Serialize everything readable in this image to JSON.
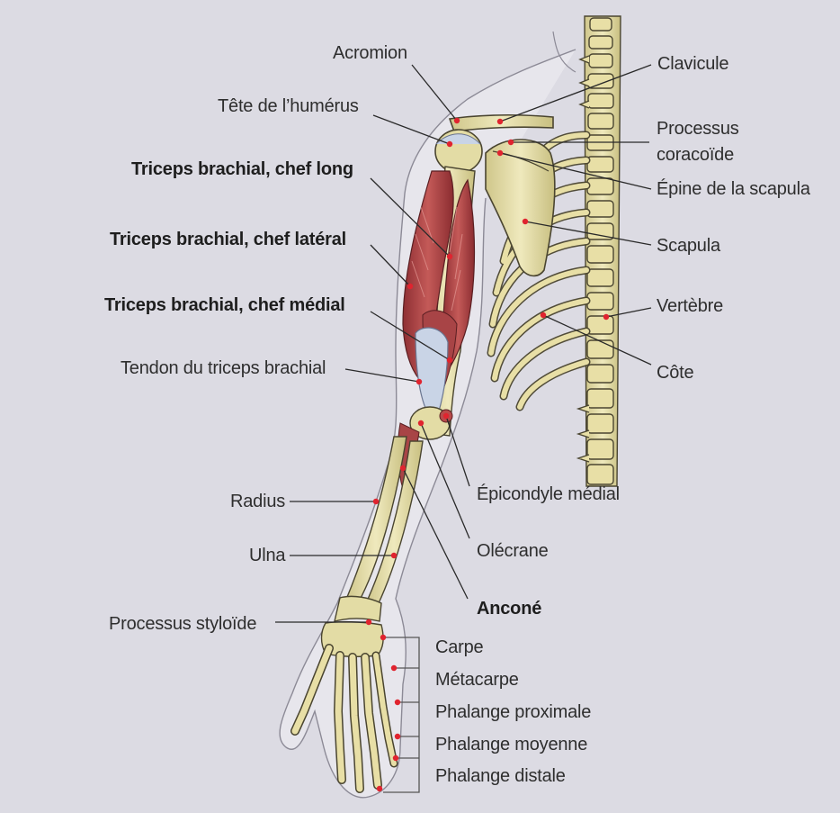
{
  "labels": {
    "acromion": "Acromion",
    "tete_humerus": "Tête de l’humérus",
    "triceps_long": "Triceps brachial, chef long",
    "triceps_lateral": "Triceps brachial, chef latéral",
    "triceps_medial": "Triceps brachial, chef médial",
    "tendon_triceps": "Tendon du triceps brachial",
    "radius": "Radius",
    "ulna": "Ulna",
    "processus_styloide": "Processus styloïde",
    "clavicule": "Clavicule",
    "processus_coracoide_1": "Processus",
    "processus_coracoide_2": "coracoïde",
    "epine_scapula": "Épine de la scapula",
    "scapula": "Scapula",
    "vertebre": "Vertèbre",
    "cote": "Côte",
    "epicondyle_medial": "Épicondyle médial",
    "olecrane": "Olécrane",
    "ancone": "Anconé",
    "carpe": "Carpe",
    "metacarpe": "Métacarpe",
    "phalange_proximale": "Phalange proximale",
    "phalange_moyenne": "Phalange moyenne",
    "phalange_distale": "Phalange distale"
  },
  "colors": {
    "background": "#dcdbe3",
    "bone": "#e6dfa8",
    "bone_outline": "#4a4530",
    "muscle": "#b84a4a",
    "tendon": "#c9d4e6",
    "marker": "#e0242f",
    "leader": "#2a2a2a",
    "skin": "#f0eff4"
  }
}
